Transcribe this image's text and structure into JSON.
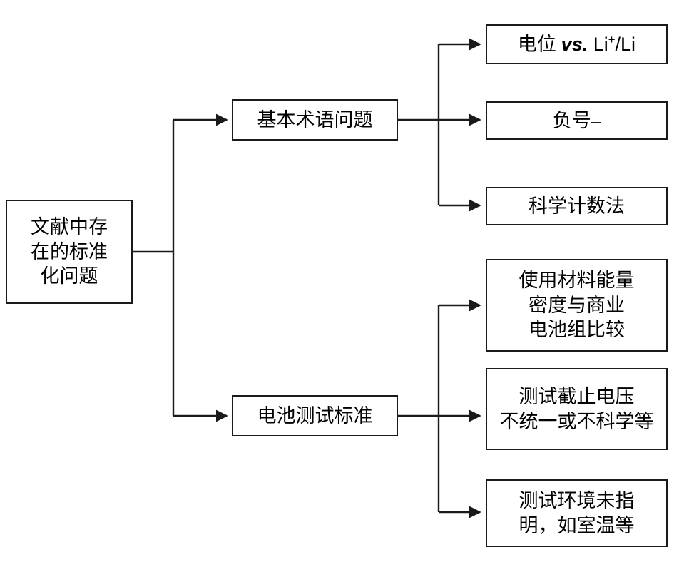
{
  "diagram": {
    "type": "tree-flowchart",
    "title_text": "",
    "colors": {
      "border": "#1a1a1a",
      "background": "#ffffff",
      "text": "#000000",
      "connector": "#1a1a1a"
    },
    "root": {
      "label": "文献中存\n在的标准\n化问题"
    },
    "branches": [
      {
        "label": "基本术语问题",
        "children": [
          {
            "label_prefix": "电位 ",
            "label_italic": "vs.",
            "label_suffix_a": " Li",
            "label_sup": "+",
            "label_suffix_b": "/Li",
            "label_plain": "电位 vs. Li+/Li"
          },
          {
            "label_plain": "负号–"
          },
          {
            "label_plain": "科学计数法"
          }
        ]
      },
      {
        "label": "电池测试标准",
        "children": [
          {
            "label_plain": "使用材料能量\n密度与商业\n电池组比较"
          },
          {
            "label_plain": "测试截止电压\n不统一或不科学等"
          },
          {
            "label_plain": "测试环境未指\n明，如室温等"
          }
        ]
      }
    ]
  }
}
